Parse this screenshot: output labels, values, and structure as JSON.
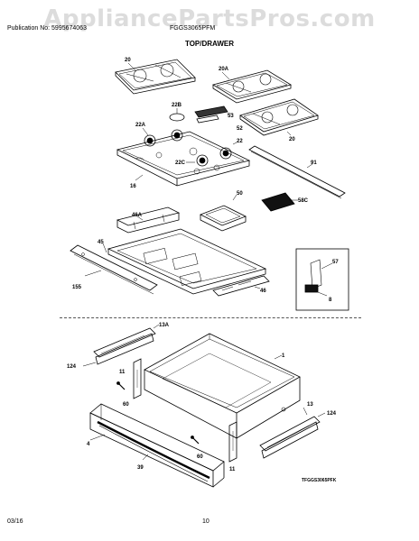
{
  "header": {
    "watermark": "AppliancePartsPros.com",
    "publication": "Publication No: 5995674063",
    "model": "FGGS3065PFM",
    "section_title": "TOP/DRAWER"
  },
  "callouts": {
    "grate_left": "20",
    "grate_rear_right": "20A",
    "grate_front_right": "20",
    "cap": "22B",
    "cap_a": "22A",
    "part_53": "53",
    "part_52": "52",
    "cap_22": "22",
    "cap_c": "22C",
    "rail": "91",
    "top": "16",
    "griddle": "50",
    "part_58c": "58C",
    "frame_a": "46A",
    "rail_45": "45",
    "part_155": "155",
    "side_46": "46",
    "label_57": "57",
    "label_8": "8",
    "slide_13a": "13A",
    "part_124_left": "124",
    "bracket_11_top": "11",
    "screw_60_left": "60",
    "drawer_box": "1",
    "slide_13": "13",
    "part_124_right": "124",
    "panel_4": "4",
    "handle_39": "39",
    "screw_60_right": "60",
    "bracket_11_bottom": "11"
  },
  "diagram_code": "TFGGS3065PFK",
  "footer": {
    "date": "03/16",
    "page": "10"
  }
}
